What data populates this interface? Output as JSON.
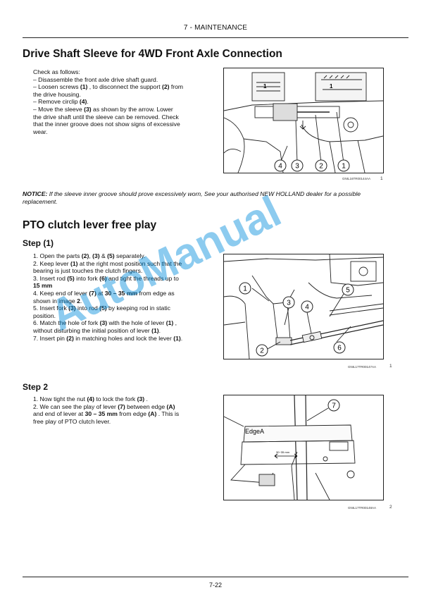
{
  "header": {
    "chapter": "7 - MAINTENANCE"
  },
  "section1": {
    "title": "Drive Shaft Sleeve for 4WD Front Axle Connection",
    "lines": [
      [
        "Check as follows:"
      ],
      [
        "– Disassemble the front axle drive shaft guard."
      ],
      [
        "– Loosen screws ",
        {
          "b": "(1)"
        },
        " , to disconnect the support ",
        {
          "b": "(2)"
        },
        " from"
      ],
      [
        "the drive housing."
      ],
      [
        "– Remove circlip ",
        {
          "b": "(4)"
        },
        "."
      ],
      [
        "– Move the sleeve ",
        {
          "b": "(3)"
        },
        " as shown by the arrow.  Lower"
      ],
      [
        "the drive shaft until the sleeve can be removed.  Check"
      ],
      [
        "that the inner groove does not show signs of excessive"
      ],
      [
        "wear."
      ]
    ],
    "figure": {
      "caption": "GNIL16TR00144AA",
      "number": "1",
      "callouts": [
        "4",
        "3",
        "2",
        "1"
      ]
    }
  },
  "notice": {
    "label": "NOTICE:",
    "text": " If the sleeve inner groove should prove excessively worn, See your authorised NEW HOLLAND dealer for a possible replacement."
  },
  "section2": {
    "title": "PTO clutch lever free play",
    "step1": {
      "title": "Step (1)",
      "lines": [
        [
          "1.  Open the parts ",
          {
            "b": "(2)"
          },
          ", ",
          {
            "b": "(3)"
          },
          " & ",
          {
            "b": "(5)"
          },
          " separately."
        ],
        [
          "2.  Keep lever ",
          {
            "b": "(1)"
          },
          " at the right most position such that the"
        ],
        [
          "bearing is just touches the clutch fingers."
        ],
        [
          "3.  Insert rod ",
          {
            "b": "(5)"
          },
          " into fork ",
          {
            "b": "(6)"
          },
          " and tight the threads up to"
        ],
        [
          {
            "b": "15 mm"
          }
        ],
        [
          "4.  Keep end of lever ",
          {
            "b": "(7)"
          },
          " at ",
          {
            "b": "30 – 35 mm"
          },
          " from edge as"
        ],
        [
          "shown in image ",
          {
            "b": "2"
          },
          "."
        ],
        [
          "5.   Insert fork ",
          {
            "b": "(3)"
          },
          " into rod ",
          {
            "b": "(5)"
          },
          " by keeping rod in static"
        ],
        [
          "position."
        ],
        [
          "6.  Match the hole of fork ",
          {
            "b": "(3)"
          },
          " with the hole of lever ",
          {
            "b": "(1)"
          },
          " ,"
        ],
        [
          "without disturbing the initial position of lever ",
          {
            "b": "(1)"
          },
          "."
        ],
        [
          "7.  Insert pin ",
          {
            "b": "(2)"
          },
          " in matching holes and lock the lever ",
          {
            "b": "(1)"
          },
          "."
        ]
      ],
      "figure": {
        "caption": "GNIL17TR00147AA",
        "number": "1",
        "callouts": [
          "1",
          "3",
          "4",
          "5",
          "2",
          "6"
        ]
      }
    },
    "step2": {
      "title": "Step 2",
      "lines": [
        [
          "1.  Now tight the nut ",
          {
            "b": "(4)"
          },
          " to lock the fork ",
          {
            "b": "(3)"
          },
          " ."
        ],
        [
          "2.  We can see the play of lever ",
          {
            "b": "(7)"
          },
          " between edge ",
          {
            "b": "(A)"
          }
        ],
        [
          "and end of lever at ",
          {
            "b": "30 – 35 mm"
          },
          " from edge ",
          {
            "b": "(A)"
          },
          " . This is"
        ],
        [
          "free play of PTO clutch lever."
        ]
      ],
      "figure": {
        "caption": "GNIL17TR00148AA",
        "number": "2",
        "callouts": [
          "7"
        ],
        "edge_label": "EdgeA",
        "dim_label": "30~35 mm"
      }
    }
  },
  "watermark": "AutoManual",
  "footer": {
    "page": "7-22"
  }
}
